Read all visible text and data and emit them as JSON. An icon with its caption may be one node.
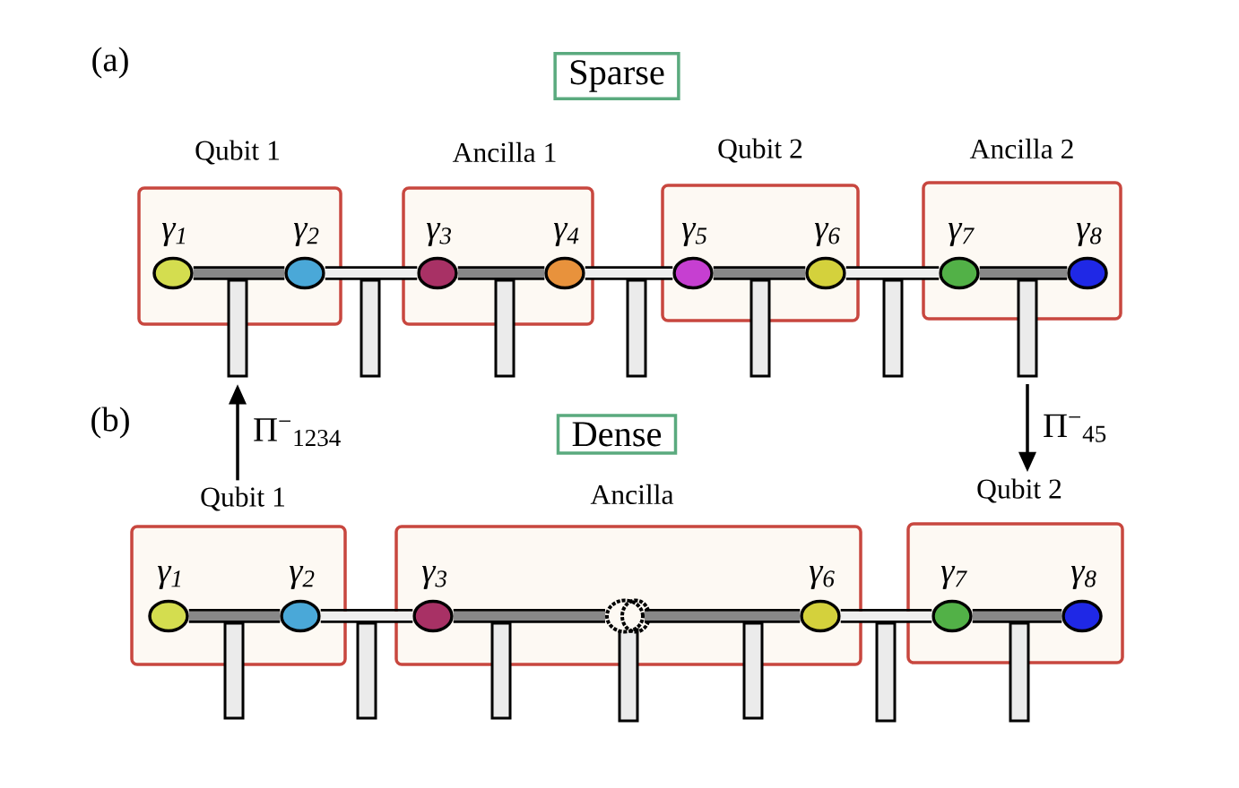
{
  "diagram": {
    "nodes": [
      {
        "text": [
          "Sparse"
        ]
      },
      {
        "text": [
          "Qubit 1"
        ]
      },
      {
        "text": [
          "Ancilla 1"
        ]
      },
      {
        "text": [
          "Qubit 2"
        ]
      },
      {
        "text": [
          "Ancilla 2"
        ]
      },
      {
        "text": [
          "γ$_{1}$"
        ],
        "in": 1
      },
      {
        "text": [
          "γ$_{2}$"
        ],
        "in": 1
      },
      {
        "text": [
          "γ$_{3}$"
        ],
        "in": 2
      },
      {
        "text": [
          "γ$_{4}$"
        ],
        "in": 2
      },
      {
        "text": [
          "γ$_{5}$"
        ],
        "in": 3
      },
      {
        "text": [
          "γ$_{6}$"
        ],
        "in": 3
      },
      {
        "text": [
          "γ$_{7}$"
        ],
        "in": 4
      },
      {
        "text": [
          "γ$_{8}$"
        ],
        "in": 4
      },
      {
        "text": [
          "Dense"
        ]
      },
      {
        "text": [
          "Qubit 1"
        ]
      },
      {
        "text": [
          "Ancilla"
        ]
      },
      {
        "text": [
          "Qubit 2"
        ]
      },
      {
        "text": [
          "γ$_{1}$"
        ],
        "in": 14
      },
      {
        "text": [
          "γ$_{2}$"
        ],
        "in": 14
      },
      {
        "text": [
          "γ$_{3}$"
        ],
        "in": 15
      },
      {
        "text": [],
        "shape": "circle",
        "in": 15
      },
      {
        "text": [
          "γ$_{6}$"
        ],
        "in": 15
      },
      {
        "text": [
          "γ$_{7}$"
        ],
        "in": 16
      },
      {
        "text": [
          "γ$_{8}$"
        ],
        "in": 16
      },
      {
        "text": [],
        "shape": "bar"
      },
      {
        "text": [],
        "shape": "bar"
      },
      {
        "text": [],
        "shape": "bar"
      },
      {
        "text": [],
        "shape": "bar"
      },
      {
        "text": [],
        "shape": "bar"
      },
      {
        "text": [],
        "shape": "bar"
      },
      {
        "text": [],
        "shape": "bar"
      },
      {
        "text": [],
        "shape": "bar"
      },
      {
        "text": [],
        "shape": "bar"
      },
      {
        "text": [],
        "shape": "bar"
      },
      {
        "text": [],
        "shape": "bar"
      },
      {
        "text": [],
        "shape": "bar"
      },
      {
        "text": [],
        "shape": "bar"
      },
      {
        "text": [],
        "shape": "bar"
      }
    ],
    "edges": [
      {
        "from": 5,
        "to": 6,
        "arrow": "none"
      },
      {
        "from": 6,
        "to": 7,
        "arrow": "none",
        "color": "#eeeeee"
      },
      {
        "from": 7,
        "to": 8,
        "arrow": "none"
      },
      {
        "from": 8,
        "to": 9,
        "arrow": "none",
        "color": "#eeeeee"
      },
      {
        "from": 9,
        "to": 10,
        "arrow": "none"
      },
      {
        "from": 10,
        "to": 11,
        "arrow": "none",
        "color": "#eeeeee"
      },
      {
        "from": 11,
        "to": 12,
        "arrow": "none"
      },
      {
        "from": 17,
        "to": 18,
        "arrow": "none"
      },
      {
        "from": 18,
        "to": 19,
        "arrow": "none",
        "color": "#eeeeee"
      },
      {
        "from": 19,
        "to": 20,
        "arrow": "none"
      },
      {
        "from": 20,
        "to": 21,
        "arrow": "none"
      },
      {
        "from": 21,
        "to": 22,
        "arrow": "none",
        "color": "#eeeeee"
      },
      {
        "from": 22,
        "to": 23,
        "arrow": "none"
      },
      {
        "from": 14,
        "to": 24,
        "arrow": "to",
        "label": "Π$^{−}$$_{1234}$",
        "color": "#000000"
      },
      {
        "from": 30,
        "to": 16,
        "arrow": "to",
        "label": "Π$^{−}$$_{45}$",
        "color": "#000000"
      }
    ],
    "labels": [
      "(a)",
      "(b)"
    ]
  }
}
